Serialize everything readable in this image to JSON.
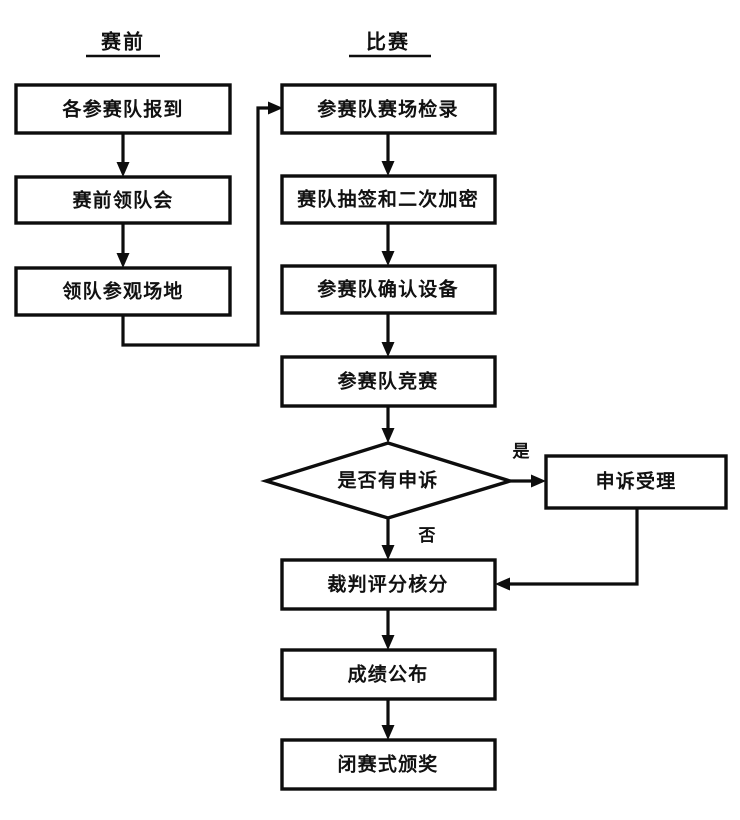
{
  "diagram": {
    "title_pre": "赛前",
    "title_match": "比赛",
    "phases": [
      {
        "id": "phase-pre",
        "label": "赛前"
      },
      {
        "id": "phase-match",
        "label": "比赛"
      }
    ],
    "nodes": [
      {
        "id": "node-team-checkin",
        "label": "各参赛队报到",
        "shape": "process"
      },
      {
        "id": "node-leader-meeting",
        "label": "赛前领队会",
        "shape": "process"
      },
      {
        "id": "node-venue-visit",
        "label": "领队参观场地",
        "shape": "process"
      },
      {
        "id": "node-venue-roll",
        "label": "参赛队赛场检录",
        "shape": "process"
      },
      {
        "id": "node-draw-encrypt",
        "label": "赛队抽签和二次加密",
        "shape": "process"
      },
      {
        "id": "node-confirm-equip",
        "label": "参赛队确认设备",
        "shape": "process"
      },
      {
        "id": "node-competition",
        "label": "参赛队竞赛",
        "shape": "process"
      },
      {
        "id": "node-appeal-check",
        "label": "是否有申诉",
        "shape": "decision"
      },
      {
        "id": "node-appeal-accept",
        "label": "申诉受理",
        "shape": "process"
      },
      {
        "id": "node-judge-scoring",
        "label": "裁判评分核分",
        "shape": "process"
      },
      {
        "id": "node-results",
        "label": "成绩公布",
        "shape": "process"
      },
      {
        "id": "node-closing",
        "label": "闭赛式颁奖",
        "shape": "process"
      }
    ],
    "edge_labels": {
      "yes": "是",
      "no": "否"
    },
    "colors": {
      "stroke": "#0d0d0d",
      "fill": "#ffffff",
      "text": "#111111"
    }
  }
}
